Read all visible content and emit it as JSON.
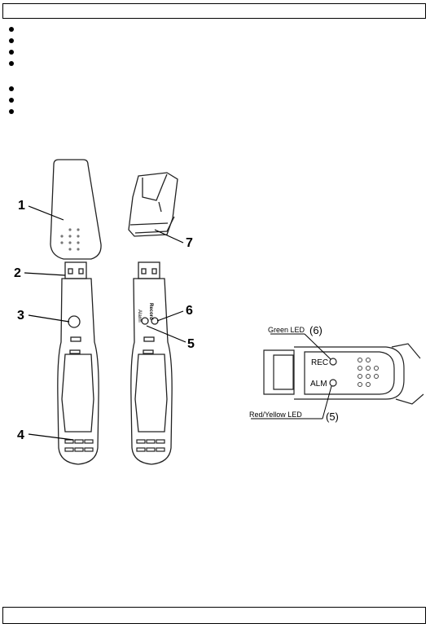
{
  "figure_left": {
    "callouts": [
      "1",
      "2",
      "3",
      "4",
      "5",
      "6",
      "7"
    ],
    "side_labels": {
      "alarm": "Alarm",
      "record": "Record"
    }
  },
  "figure_right": {
    "green_led_label": "Green LED",
    "green_led_number": "(6)",
    "rec_label": "REC",
    "alm_label": "ALM",
    "red_yellow_led_label": "Red/Yellow LED",
    "red_yellow_led_number": "(5)"
  }
}
